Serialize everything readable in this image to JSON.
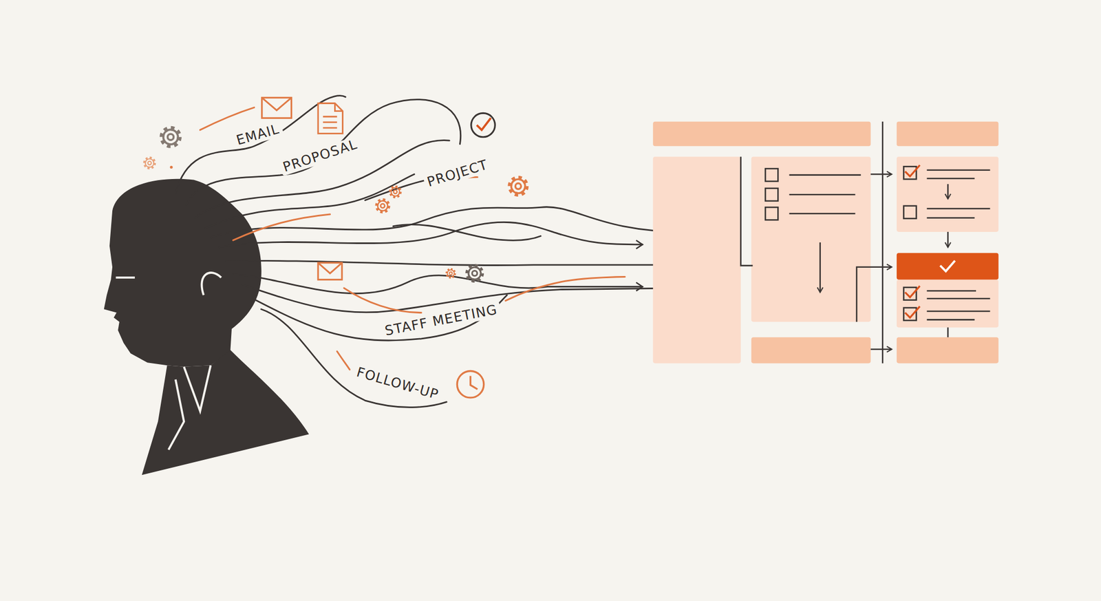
{
  "diagram": {
    "labels": [
      "EMAIL",
      "PROPOSAL",
      "PROJECT",
      "STAFF MEETING",
      "FOLLOW-UP"
    ]
  }
}
